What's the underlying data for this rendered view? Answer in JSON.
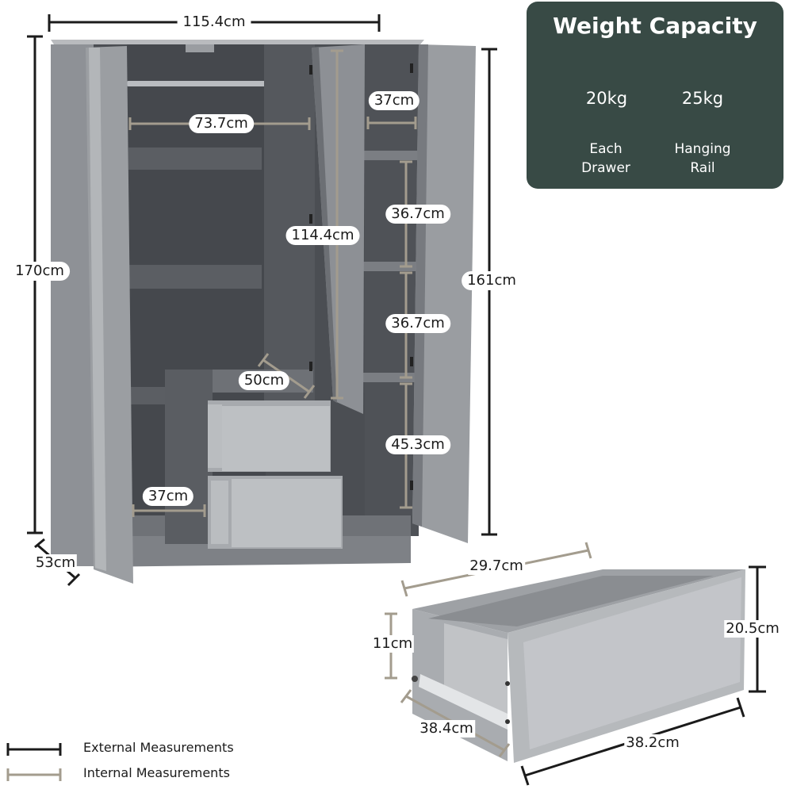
{
  "weight_capacity": {
    "title": "Weight Capacity",
    "items": [
      {
        "value": "20kg",
        "caption_line1": "Each",
        "caption_line2": "Drawer"
      },
      {
        "value": "25kg",
        "caption_line1": "Hanging",
        "caption_line2": "Rail"
      }
    ],
    "card_color": "#384a45"
  },
  "external_measurements": {
    "width": "115.4cm",
    "height": "170cm",
    "depth": "53cm",
    "door_height": "161cm"
  },
  "internal_measurements": {
    "rail_width": "73.7cm",
    "hanging_height": "114.4cm",
    "shelf_width": "37cm",
    "shelf_gap_1": "36.7cm",
    "shelf_gap_2": "36.7cm",
    "bottom_gap": "45.3cm",
    "drawer_unit_depth": "50cm",
    "floor_width": "37cm"
  },
  "drawer_measurements": {
    "width": "29.7cm",
    "inner_height": "11cm",
    "depth": "38.4cm",
    "front_height": "20.5cm",
    "front_width": "38.2cm"
  },
  "legend": {
    "external": {
      "label": "External Measurements",
      "color": "#1b1b1b"
    },
    "internal": {
      "label": "Internal Measurements",
      "color": "#a39c8e"
    }
  },
  "colors": {
    "external_line": "#1b1b1b",
    "internal_line": "#a39c8e",
    "wardrobe_grey": "#8c8f93",
    "interior_dark": "#4a4d52"
  }
}
